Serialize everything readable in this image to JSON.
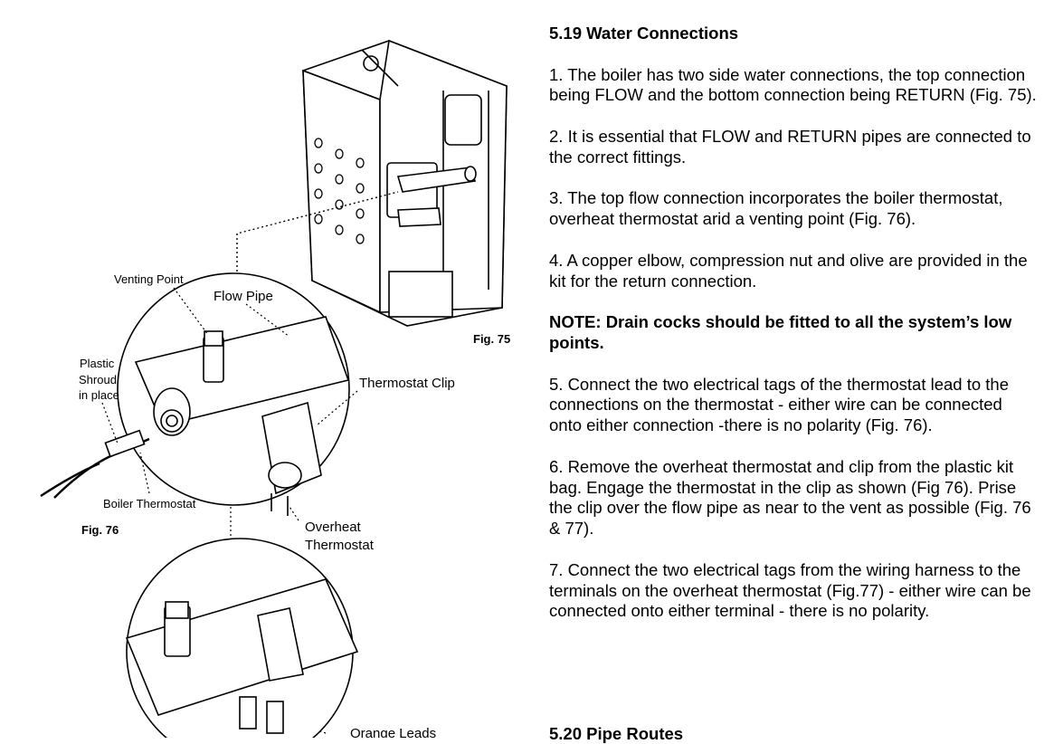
{
  "section": {
    "title": "5.19  Water Connections",
    "paragraphs": [
      "1.  The boiler has two side water connections, the top connection being FLOW and the bottom connection being RETURN (Fig. 75).",
      "2.  It is essential that FLOW and RETURN pipes are connected to the correct fittings.",
      "3.  The top flow connection incorporates the boiler thermostat, overheat thermostat arid a venting point (Fig. 76).",
      "4.  A copper elbow, compression nut and olive are provided in the kit for the return connection.",
      "NOTE:  Drain cocks should be fitted to all the system’s low points.",
      "5.  Connect the two electrical tags of the thermostat lead to the connections on the thermostat - either wire can be connected onto either connection -there is no polarity (Fig. 76).",
      "6.  Remove the overheat thermostat and clip from the plastic kit bag. Engage the thermostat in the clip as shown (Fig 76). Prise the clip over the flow pipe as near to the vent as possible (Fig. 76 & 77).",
      "7.  Connect the two electrical tags from the wiring harness to the terminals on the overheat thermostat (Fig.77) - either wire can be connected onto either terminal - there is no polarity."
    ],
    "next_title": "5.20  Pipe Routes"
  },
  "figure": {
    "fig75": "Fig. 75",
    "fig76": "Fig. 76",
    "labels": {
      "venting_point": "Venting Point",
      "flow_pipe": "Flow Pipe",
      "plastic_1": "Plastic",
      "plastic_2": "Shroud",
      "plastic_3": "in place",
      "thermostat_clip": "Thermostat Clip",
      "boiler_thermostat": "Boiler Thermostat",
      "overheat_1": "Overheat",
      "overheat_2": "Thermostat",
      "orange_leads": "Orange Leads"
    }
  }
}
